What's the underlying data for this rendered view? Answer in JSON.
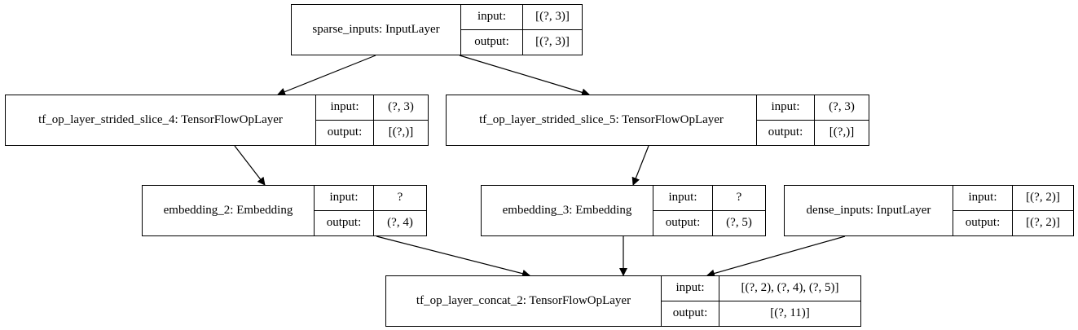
{
  "nodes": [
    {
      "id": "sparse_inputs",
      "name": "sparse_inputs: InputLayer",
      "input_label": "input:",
      "input_value": "[(?, 3)]",
      "output_label": "output:",
      "output_value": "[(?, 3)]"
    },
    {
      "id": "slice4",
      "name": "tf_op_layer_strided_slice_4: TensorFlowOpLayer",
      "input_label": "input:",
      "input_value": "(?, 3)",
      "output_label": "output:",
      "output_value": "[(?,)]"
    },
    {
      "id": "slice5",
      "name": "tf_op_layer_strided_slice_5: TensorFlowOpLayer",
      "input_label": "input:",
      "input_value": "(?, 3)",
      "output_label": "output:",
      "output_value": "[(?,)]"
    },
    {
      "id": "emb2",
      "name": "embedding_2: Embedding",
      "input_label": "input:",
      "input_value": "?",
      "output_label": "output:",
      "output_value": "(?, 4)"
    },
    {
      "id": "emb3",
      "name": "embedding_3: Embedding",
      "input_label": "input:",
      "input_value": "?",
      "output_label": "output:",
      "output_value": "(?, 5)"
    },
    {
      "id": "dense_inputs",
      "name": "dense_inputs: InputLayer",
      "input_label": "input:",
      "input_value": "[(?, 2)]",
      "output_label": "output:",
      "output_value": "[(?, 2)]"
    },
    {
      "id": "concat",
      "name": "tf_op_layer_concat_2: TensorFlowOpLayer",
      "input_label": "input:",
      "input_value": "[(?, 2), (?, 4), (?, 5)]",
      "output_label": "output:",
      "output_value": "[(?, 11)]"
    }
  ],
  "edges": [
    {
      "from": "sparse_inputs",
      "to": "slice4"
    },
    {
      "from": "sparse_inputs",
      "to": "slice5"
    },
    {
      "from": "slice4",
      "to": "emb2"
    },
    {
      "from": "slice5",
      "to": "emb3"
    },
    {
      "from": "emb2",
      "to": "concat"
    },
    {
      "from": "emb3",
      "to": "concat"
    },
    {
      "from": "dense_inputs",
      "to": "concat"
    }
  ]
}
